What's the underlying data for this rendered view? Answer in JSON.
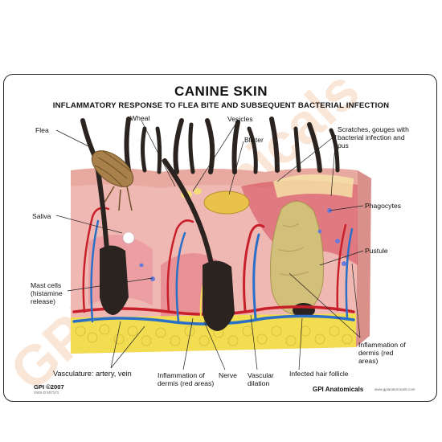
{
  "title": "CANINE SKIN",
  "subtitle": "INFLAMMATORY RESPONSE TO FLEA BITE AND SUBSEQUENT BACTERIAL INFECTION",
  "labels": {
    "flea": "Flea",
    "wheal": "Wheal",
    "vesicles": "Vesicles",
    "blister": "Blister",
    "scratches": "Scratches, gouges with bacterial infection and pus",
    "saliva": "Saliva",
    "phagocytes": "Phagocytes",
    "pustule": "Pustule",
    "mast_cells": "Mast cells (histamine release)",
    "inflammation_right": "Inflammation of dermis (red areas)",
    "vasculature": "Vasculature: artery, vein",
    "inflammation_bottom": "Inflammation of dermis (red areas)",
    "nerve": "Nerve",
    "vascular_dilation": "Vascular dilation",
    "infected_follicle": "Infected hair follicle"
  },
  "footer": {
    "copyright": "GPI ©2007",
    "code": "VWS-D 507171",
    "brand": "GPI Anatomicals",
    "url": "www.gpianatomicals.com"
  },
  "watermark": "GPI Anatomicals",
  "colors": {
    "skin_surface": "#e8a9a0",
    "dermis": "#f0b8b2",
    "inflammation": "#d6455a",
    "fat": "#f2dc4f",
    "artery": "#c8202a",
    "vein": "#2a6fc8",
    "hair": "#2b2320",
    "pustule": "#d2c07a",
    "flea": "#a8804a",
    "watermark": "#f4c9a8"
  }
}
